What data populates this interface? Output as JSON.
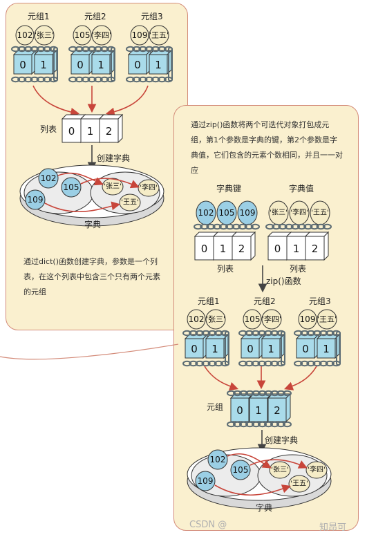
{
  "left": {
    "tuples": [
      {
        "label": "元组1",
        "key": "102",
        "value": "'张三'",
        "idx": [
          "0",
          "1"
        ]
      },
      {
        "label": "元组2",
        "key": "105",
        "value": "'李四'",
        "idx": [
          "0",
          "1"
        ]
      },
      {
        "label": "元组3",
        "key": "109",
        "value": "'王五'",
        "idx": [
          "0",
          "1"
        ]
      }
    ],
    "list_label": "列表",
    "list_idx": [
      "0",
      "1",
      "2"
    ],
    "create_dict_label": "创建字典",
    "dict_keys": [
      "102",
      "105",
      "109"
    ],
    "dict_values": [
      "'张三'",
      "'李四'",
      "'王五'"
    ],
    "dict_label": "字典",
    "description": "通过dict()函数创建字典，参数是一个列表，在这个列表中包含三个只有两个元素的元组"
  },
  "right": {
    "description": "通过zip()函数将两个可迭代对象打包成元组，第1个参数是字典的键，第2个参数是字典值，它们包含的元素个数相同，并且一一对应",
    "keys_title": "字典键",
    "values_title": "字典值",
    "keys": [
      "102",
      "105",
      "109"
    ],
    "values": [
      "'张三'",
      "'李四'",
      "'王五'"
    ],
    "list_idx": [
      "0",
      "1",
      "2"
    ],
    "list_label_1": "列表",
    "list_label_2": "列表",
    "zip_label": "zip()函数",
    "tuples": [
      {
        "label": "元组1",
        "key": "102",
        "value": "'张三'",
        "idx": [
          "0",
          "1"
        ]
      },
      {
        "label": "元组2",
        "key": "105",
        "value": "'李四'",
        "idx": [
          "0",
          "1"
        ]
      },
      {
        "label": "元组3",
        "key": "109",
        "value": "'王五'",
        "idx": [
          "0",
          "1"
        ]
      }
    ],
    "tuple_label": "元组",
    "tuple_idx": [
      "0",
      "1",
      "2"
    ],
    "create_dict_label": "创建字典",
    "dict_keys": [
      "102",
      "105",
      "109"
    ],
    "dict_values": [
      "'张三'",
      "'李四'",
      "'王五'"
    ],
    "dict_label": "字典"
  },
  "watermark": {
    "csdn": "CSDN @",
    "zhihu": "知昂可"
  },
  "colors": {
    "panel_bg": "#faf0cf",
    "panel_border": "#d38a78",
    "box": "#a9dbea",
    "bubble": "#f5ecc7",
    "key_bubble": "#9bcfe5",
    "arrow": "#c8453a",
    "chain": "#5b6b73"
  }
}
